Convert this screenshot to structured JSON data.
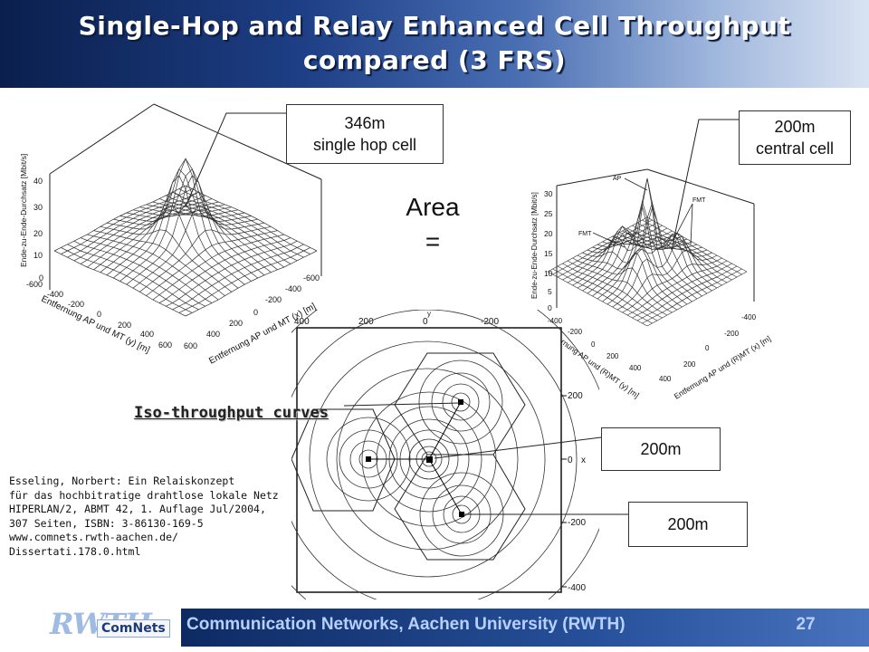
{
  "slide": {
    "title_line1": "Single-Hop and Relay Enhanced Cell Throughput",
    "title_line2": "compared (3 FRS)",
    "area_line1": "Area",
    "area_line2": "=",
    "iso_label": "Iso-throughput curves"
  },
  "callouts": {
    "single_hop_line1": "346m",
    "single_hop_line2": "single hop cell",
    "central_line1": "200m",
    "central_line2": "central cell",
    "relay_a": "200m",
    "relay_b": "200m"
  },
  "left_plot": {
    "zlabel": "Ende-zu-Ende-Durchsatz [Mbit/s]",
    "zticks": [
      "40",
      "30",
      "20",
      "10",
      "0"
    ],
    "ylabel": "Entfernung AP und MT (y) [m]",
    "xlabel": "Entfernung AP und MT (x) [m]",
    "y_ticks": [
      "-600",
      "-400",
      "-200",
      "0",
      "200",
      "400",
      "600"
    ],
    "x_ticks": [
      "600",
      "400",
      "200",
      "0",
      "-200",
      "-400",
      "-600"
    ]
  },
  "right_plot": {
    "zlabel": "Ende-zu-Ende-Durchsatz [Mbit/s]",
    "zticks": [
      "30",
      "25",
      "20",
      "15",
      "10",
      "5",
      "0"
    ],
    "ylabel": "Entfernung AP und (R)MT (y) [m]",
    "xlabel": "Entfernung AP und (R)MT (x) [m]",
    "y_ticks": [
      "-400",
      "-200",
      "0",
      "200",
      "400"
    ],
    "x_ticks": [
      "400",
      "200",
      "0",
      "-200",
      "-400"
    ],
    "ap_label": "AP",
    "fmt_label": "FMT"
  },
  "contour_plot": {
    "top_ticks": [
      "400",
      "200",
      "0",
      "-200"
    ],
    "y_axis_label": "y",
    "right_ticks": [
      "200",
      "0",
      "-200",
      "-400"
    ],
    "x_axis_label": "x"
  },
  "reference": {
    "line1": "Esseling, Norbert: Ein Relaiskonzept",
    "line2": "für das hochbitratige  drahtlose lokale Netz",
    "line3": "HIPERLAN/2,  ABMT 42, 1. Auflage Jul/2004,",
    "line4": "307 Seiten, ISBN: 3-86130-169-5",
    "line5": "www.comnets.rwth-aachen.de/",
    "line6": "Dissertati.178.0.html"
  },
  "footer": {
    "text": "Communication Networks, Aachen University (RWTH)",
    "page": "27",
    "logo_rwth": "RWTH",
    "logo_comnets": "ComNets"
  }
}
